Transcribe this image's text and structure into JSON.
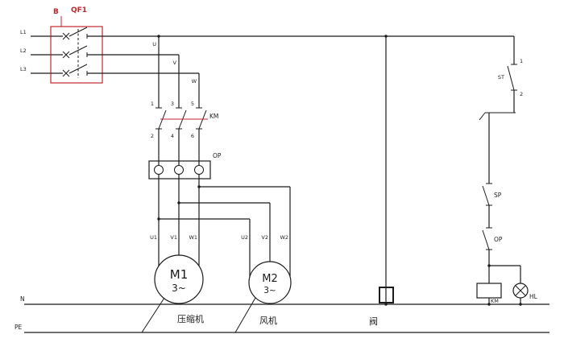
{
  "diagram": {
    "type": "electrical-schematic",
    "title": "compressor and fan motor control circuit"
  },
  "colors": {
    "wire": "#1b1b1b",
    "accent": "#c1272d",
    "background": "#ffffff"
  },
  "power": {
    "phases": [
      "L1",
      "L2",
      "L3"
    ],
    "breaker_tag": "B",
    "breaker_label": "QF1",
    "wires": [
      "U",
      "V",
      "W"
    ]
  },
  "contactor": {
    "label": "KM",
    "terminals_top": [
      "1",
      "3",
      "5"
    ],
    "terminals_bottom": [
      "2",
      "4",
      "6"
    ]
  },
  "overload": {
    "label": "OP"
  },
  "motor1": {
    "name": "M1",
    "phase": "3~",
    "terminals": [
      "U1",
      "V1",
      "W1"
    ],
    "caption": "压缩机"
  },
  "motor2": {
    "name": "M2",
    "phase": "3~",
    "terminals": [
      "U2",
      "V2",
      "W2"
    ],
    "caption": "风机"
  },
  "buses": {
    "neutral": "N",
    "earth": "PE"
  },
  "valve": {
    "caption": "阀"
  },
  "control": {
    "switch_top": {
      "label": "ST",
      "terminal_top": "1",
      "terminal_bottom": "2"
    },
    "pressure_switch": "SP",
    "overload_contact": "OP",
    "coil": "KM",
    "lamp": "HL"
  }
}
